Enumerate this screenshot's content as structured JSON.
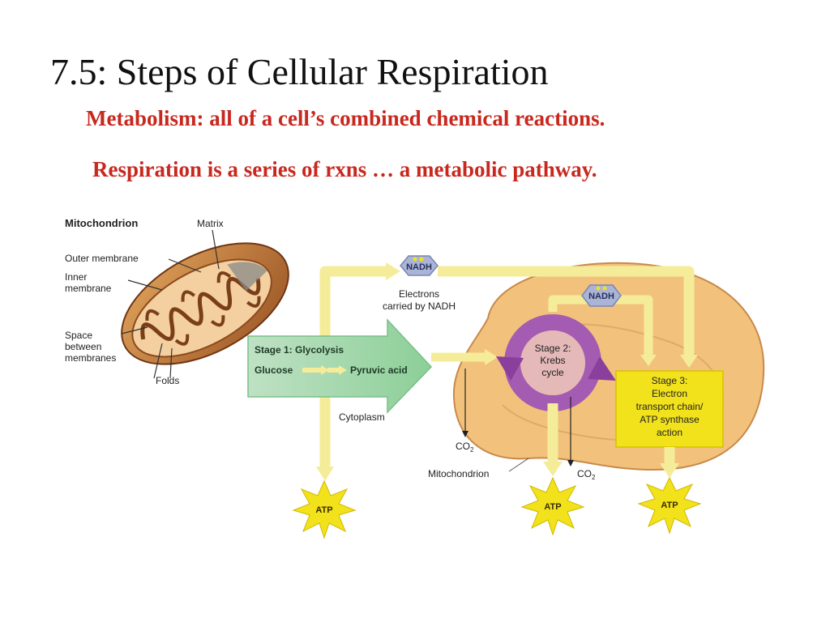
{
  "slide": {
    "title": "7.5: Steps of Cellular Respiration",
    "subtitle_1": "Metabolism:  all of a cell’s combined chemical reactions.",
    "subtitle_2": "Respiration is a series of rxns … a metabolic pathway."
  },
  "mito_figure": {
    "heading": "Mitochondrion",
    "labels": {
      "matrix": "Matrix",
      "outer_membrane": "Outer membrane",
      "inner_membrane_1": "Inner",
      "inner_membrane_2": "membrane",
      "space_1": "Space",
      "space_2": "between",
      "space_3": "membranes",
      "folds": "Folds"
    }
  },
  "pathway": {
    "nadh_top": "NADH",
    "nadh_right": "NADH",
    "electrons_1": "Electrons",
    "electrons_2": "carried by NADH",
    "stage1_title": "Stage 1: Glycolysis",
    "glucose": "Glucose",
    "pyruvic": "Pyruvic acid",
    "cytoplasm": "Cytoplasm",
    "stage2_1": "Stage 2:",
    "stage2_2": "Krebs",
    "stage2_3": "cycle",
    "stage3_1": "Stage 3:",
    "stage3_2": "Electron",
    "stage3_3": "transport chain/",
    "stage3_4": "ATP synthase",
    "stage3_5": "action",
    "co2_main": "CO",
    "co2_sub": "2",
    "co2b_main": "CO",
    "co2b_sub": "2",
    "mitochondrion": "Mitochondrion",
    "atp_1": "ATP",
    "atp_2": "ATP",
    "atp_3": "ATP"
  },
  "colors": {
    "subtitle": "#c8281e",
    "mito_fill": "#f2c27c",
    "glycolysis": "#a6d6ae",
    "stage3_box": "#f2e21c",
    "krebs": "#a45bb2",
    "arrow": "#f5ec9a",
    "atp_star": "#f2e21c"
  }
}
